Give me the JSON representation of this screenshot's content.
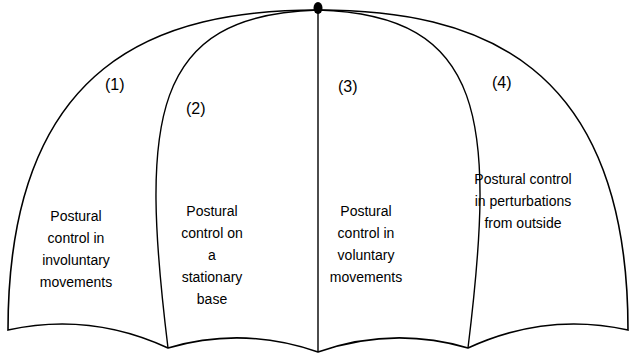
{
  "diagram": {
    "nodes": [
      {
        "text": [
          "Postural control in involuntary movements"
        ]
      },
      {
        "text": [
          "Postural control on a stationary base"
        ]
      },
      {
        "text": [
          "Postural control in voluntary movements"
        ]
      },
      {
        "text": [
          "Postural control in perturbations from outside"
        ]
      }
    ],
    "labels": [
      "(1)",
      "(2)",
      "(3)",
      "(4)"
    ]
  }
}
